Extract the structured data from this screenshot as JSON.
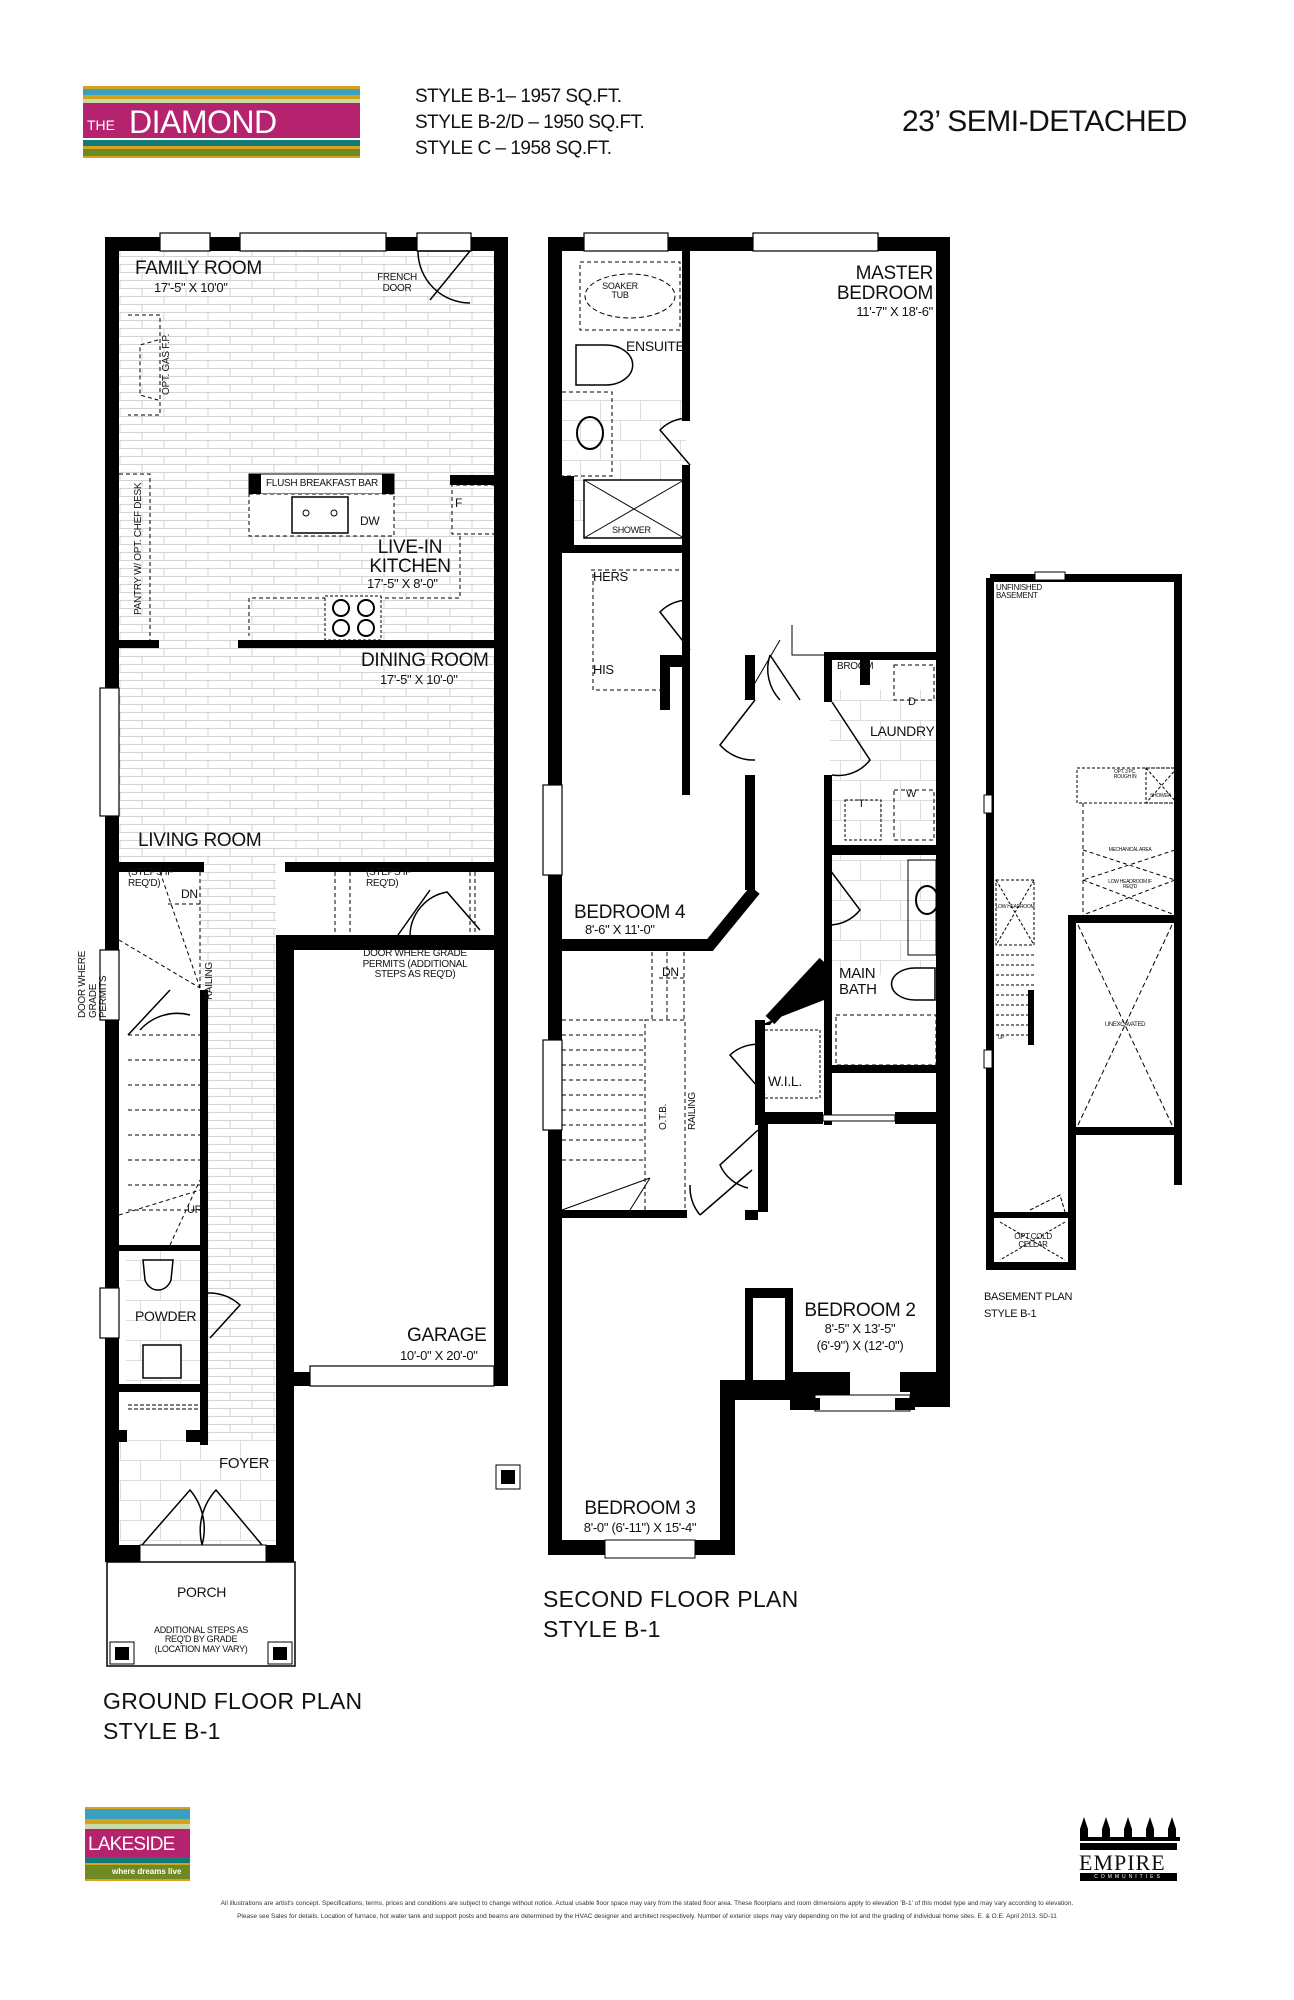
{
  "header": {
    "logo": {
      "prefix": "THE",
      "name": "DIAMOND"
    },
    "styles": [
      "STYLE B-1– 1957 SQ.FT.",
      "STYLE B-2/D – 1950 SQ.FT.",
      "STYLE C – 1958 SQ.FT."
    ],
    "model_type": "23’ SEMI-DETACHED"
  },
  "colors": {
    "brand_magenta": "#b5236f",
    "teal": "#127a78",
    "gold": "#d4a21c",
    "olive": "#6f8a22",
    "sky": "#3aa0c0",
    "wall": "#000000"
  },
  "ground_floor": {
    "title": "GROUND FLOOR PLAN",
    "style": "STYLE B-1",
    "family_room": {
      "name": "FAMILY ROOM",
      "dims": "17'-5\" X 10'0\""
    },
    "french_door": "FRENCH DOOR",
    "gas_fp": "OPT. GAS F.P.",
    "pantry": "PANTRY W/ OPT. CHEF DESK",
    "breakfast_bar": "FLUSH BREAKFAST BAR",
    "dw": "DW",
    "fridge": "F",
    "kitchen": {
      "name_1": "LIVE-IN",
      "name_2": "KITCHEN",
      "dims": "17'-5\" X 8'-0\""
    },
    "dining_room": {
      "name": "DINING ROOM",
      "dims": "17'-5\" X 10'-0\""
    },
    "living_room": {
      "name": "LIVING ROOM"
    },
    "steps_left": "(STEPS IF REQ'D)",
    "steps_right": "(STEPS IF REQ'D)",
    "dn": "DN",
    "up": "UP",
    "railing": "RAILING",
    "garage_door_note": "DOOR WHERE GRADE PERMITS (ADDITIONAL STEPS AS REQ'D)",
    "side_door_note": "DOOR WHERE GRADE PERMITS",
    "powder": "POWDER",
    "garage": {
      "name": "GARAGE",
      "dims": "10'-0\" X 20'-0\""
    },
    "foyer": "FOYER",
    "porch": {
      "name": "PORCH",
      "note": "ADDITIONAL STEPS AS REQ'D BY GRADE (LOCATION MAY VARY)"
    }
  },
  "second_floor": {
    "title": "SECOND FLOOR PLAN",
    "style": "STYLE B-1",
    "soaker_tub": "SOAKER TUB",
    "ensuite": "ENSUITE",
    "shower": "SHOWER",
    "master": {
      "name_1": "MASTER",
      "name_2": "BEDROOM",
      "dims": "11'-7\" X 18'-6\""
    },
    "hers": "HERS",
    "his": "HIS",
    "broom": "BROOM",
    "dryer": "D",
    "washer": "W",
    "tub": "T",
    "laundry": "LAUNDRY",
    "bedroom4": {
      "name": "BEDROOM 4",
      "dims": "8'-6\" X 11'-0\""
    },
    "dn": "DN",
    "otb": "O.T.B.",
    "railing": "RAILING",
    "main_bath": {
      "name_1": "MAIN",
      "name_2": "BATH"
    },
    "wil": "W.I.L.",
    "bedroom2": {
      "name": "BEDROOM 2",
      "dims": "8'-5\" X 13'-5\"",
      "dims_alt": "(6'-9\") X (12'-0\")"
    },
    "bedroom3": {
      "name": "BEDROOM 3",
      "dims": "8'-0\" (6'-11\") X 15'-4\""
    }
  },
  "basement": {
    "title": "BASEMENT PLAN",
    "style": "STYLE B-1",
    "unfinished": "UNFINISHED BASEMENT",
    "rough_in": "OPT. 3 PC. ROUGH IN",
    "shower": "SHOWER",
    "mechanical": "MECHANICAL AREA",
    "low_headroom_req": "LOW HEADROOM IF REQ'D",
    "low_headroom": "LOW HEADROOM",
    "up": "UP",
    "unexcavated": "UNEXCAVATED",
    "cold_cellar": "OPT.COLD CELLAR"
  },
  "footer": {
    "lakeside_logo": {
      "name": "LAKESIDE",
      "tagline": "where dreams live"
    },
    "builder_logo": {
      "name": "EMPIRE",
      "sub": "COMMUNITIES"
    },
    "disclaimer_1": "All illustrations are artist's concept. Specifications, terms, prices and conditions are subject to change without notice. Actual usable floor space may vary from the stated floor area. These floorplans and room dimensions apply to elevation 'B-1' of this model type and may vary according to elevation.",
    "disclaimer_2": "Please see Sales for details. Location of furnace, hot water tank and support posts and beams are determined by the HVAC designer and architect respectively. Number of exterior steps may vary depending on the lot and the grading of individual home sites. E. & O.E. April 2013. SD-11"
  }
}
